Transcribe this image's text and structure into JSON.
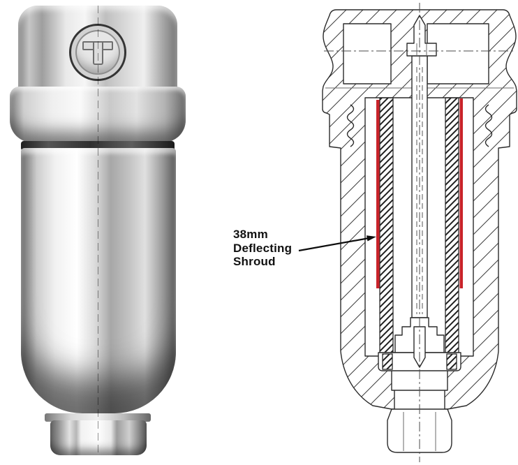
{
  "annotation": {
    "line1": "38mm",
    "line2": "Deflecting",
    "line3": "Shroud"
  },
  "colors": {
    "shroud_red": "#c9232a",
    "drawing_line": "#2b2b2b",
    "annotation_text": "#111111",
    "background": "#ffffff"
  }
}
